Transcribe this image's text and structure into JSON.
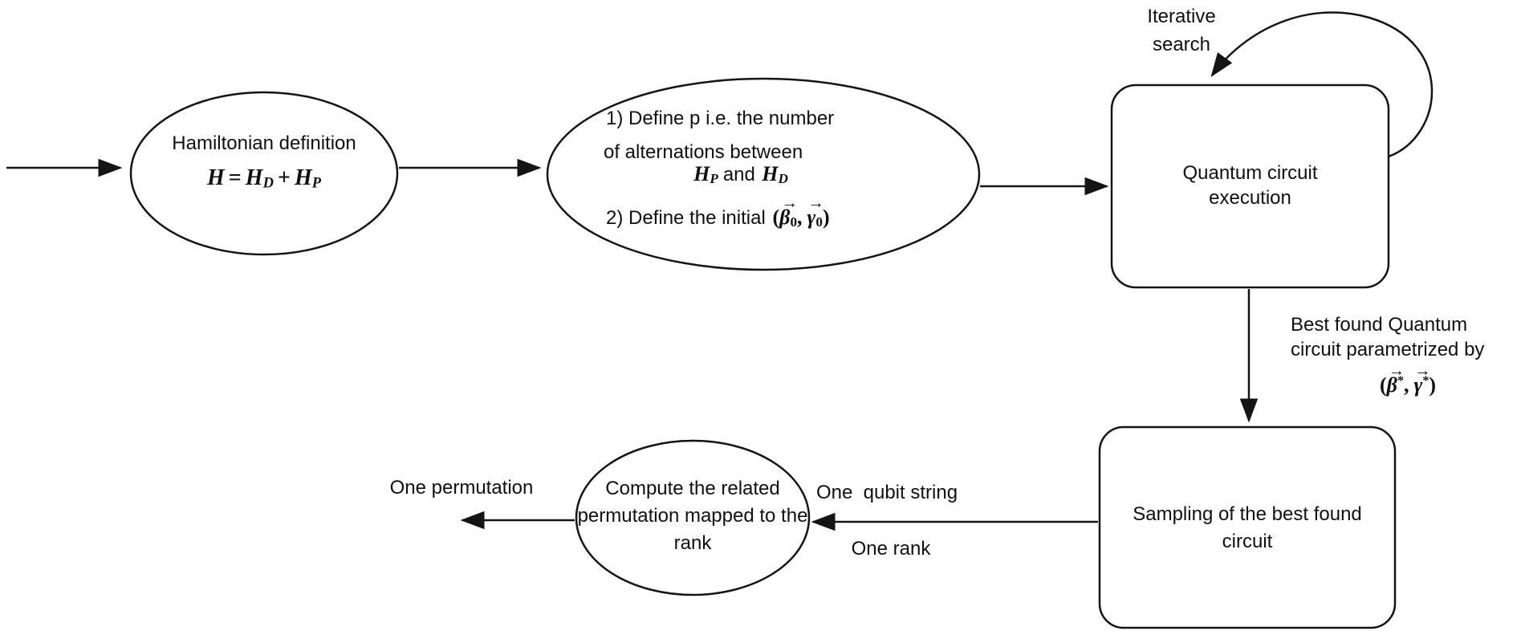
{
  "diagram": {
    "nodes": {
      "hamiltonian": {
        "title": "Hamiltonian definition"
      },
      "parameters": {
        "line1": "1) Define p i.e. the number",
        "line2": "of alternations between",
        "define2_prefix": "2) Define the initial"
      },
      "execution": {
        "line1": "Quantum circuit",
        "line2": "execution"
      },
      "sampling": {
        "line1": "Sampling of the best found",
        "line2": "circuit"
      },
      "permutation": {
        "line1": "Compute the related",
        "line2": "permutation mapped to the",
        "line3": "rank"
      }
    },
    "edge_labels": {
      "iterative_line1": "Iterative",
      "iterative_line2": "search",
      "best_line1": "Best found Quantum",
      "best_line2": "circuit parametrized by",
      "qubit_string": "One  qubit string",
      "rank": "One rank",
      "permutation": "One permutation"
    },
    "math": {
      "H": "H",
      "equals": "=",
      "plus": "+",
      "sub_D": "D",
      "sub_P": "P",
      "and": "and",
      "lparen": "(",
      "rparen": ")",
      "comma": ",",
      "beta": "β",
      "gamma": "γ",
      "sub_zero": "0",
      "star": "*",
      "vec_arrow": "→"
    },
    "colors": {
      "stroke": "#141414",
      "text": "#101010",
      "background": "#ffffff"
    }
  }
}
